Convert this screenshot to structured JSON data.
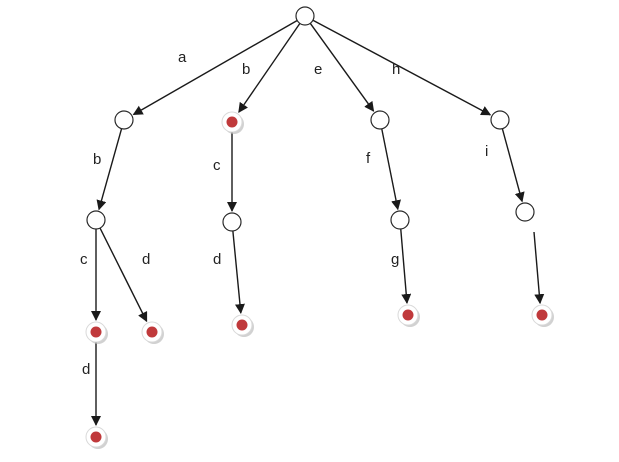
{
  "diagram": {
    "type": "trie",
    "colors": {
      "edge": "#1a1a1a",
      "node_outline": "#2a2a2a",
      "node_fill": "#ffffff",
      "terminal_marker": "#c0393b",
      "node_shadow": "#bdbdbd",
      "label": "#222222"
    },
    "nodes": [
      {
        "id": "root",
        "terminal": false
      },
      {
        "id": "a",
        "terminal": false
      },
      {
        "id": "b",
        "terminal": true
      },
      {
        "id": "e",
        "terminal": false
      },
      {
        "id": "h",
        "terminal": false
      },
      {
        "id": "ab",
        "terminal": false
      },
      {
        "id": "bc",
        "terminal": false
      },
      {
        "id": "ef",
        "terminal": false
      },
      {
        "id": "hi",
        "terminal": false
      },
      {
        "id": "abc",
        "terminal": true
      },
      {
        "id": "abd",
        "terminal": true
      },
      {
        "id": "bcd",
        "terminal": true
      },
      {
        "id": "efg",
        "terminal": true
      },
      {
        "id": "hi-end",
        "terminal": true
      },
      {
        "id": "abcd",
        "terminal": true
      }
    ],
    "edges": [
      {
        "from": "root",
        "to": "a",
        "label": "a"
      },
      {
        "from": "root",
        "to": "b",
        "label": "b"
      },
      {
        "from": "root",
        "to": "e",
        "label": "e"
      },
      {
        "from": "root",
        "to": "h",
        "label": "h"
      },
      {
        "from": "a",
        "to": "ab",
        "label": "b"
      },
      {
        "from": "b",
        "to": "bc",
        "label": "c"
      },
      {
        "from": "e",
        "to": "ef",
        "label": "f"
      },
      {
        "from": "h",
        "to": "hi",
        "label": "i"
      },
      {
        "from": "ab",
        "to": "abc",
        "label": "c"
      },
      {
        "from": "ab",
        "to": "abd",
        "label": "d"
      },
      {
        "from": "bc",
        "to": "bcd",
        "label": "d"
      },
      {
        "from": "ef",
        "to": "efg",
        "label": "g"
      },
      {
        "from": "hi",
        "to": "hi-end",
        "label": ""
      },
      {
        "from": "abc",
        "to": "abcd",
        "label": "d"
      }
    ]
  }
}
